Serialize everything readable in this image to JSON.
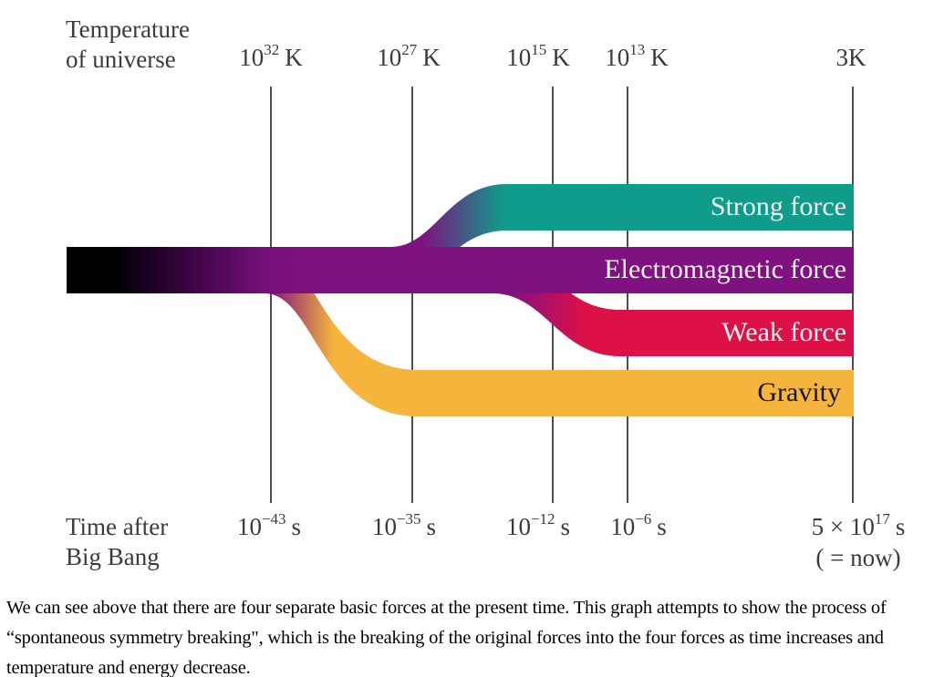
{
  "figure": {
    "temp_axis": {
      "title_line1": "Temperature",
      "title_line2": "of universe",
      "ticks": [
        {
          "base": "10",
          "exp": "32",
          "unit": "K"
        },
        {
          "base": "10",
          "exp": "27",
          "unit": "K"
        },
        {
          "base": "10",
          "exp": "15",
          "unit": "K"
        },
        {
          "base": "10",
          "exp": "13",
          "unit": "K"
        },
        {
          "base": "3K",
          "exp": "",
          "unit": ""
        }
      ]
    },
    "time_axis": {
      "title_line1": "Time after",
      "title_line2": "Big Bang",
      "ticks": [
        {
          "base": "10",
          "exp": "−43",
          "unit": "s"
        },
        {
          "base": "10",
          "exp": "−35",
          "unit": "s"
        },
        {
          "base": "10",
          "exp": "−12",
          "unit": "s"
        },
        {
          "base": "10",
          "exp": "−6",
          "unit": "s"
        },
        {
          "base": "5 × 10",
          "exp": "17",
          "unit": "s",
          "note": "( = now)"
        }
      ]
    },
    "forces": [
      {
        "label": "Strong force"
      },
      {
        "label": "Electromagnetic force"
      },
      {
        "label": "Weak force"
      },
      {
        "label": "Gravity"
      }
    ],
    "colors": {
      "black": "#000000",
      "purple": "#7f1180",
      "teal": "#0f9c8b",
      "red": "#de1048",
      "yellow": "#f5b53c"
    }
  },
  "caption": {
    "lines": [
      "We can see above that there are four separate basic forces at the present time. This graph attempts to show the process of",
      "“spontaneous symmetry breaking\", which is the breaking of the original forces into the four forces as time increases and",
      "temperature and energy decrease."
    ]
  }
}
